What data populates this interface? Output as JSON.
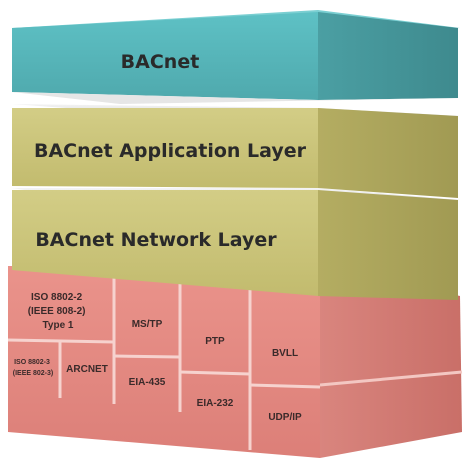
{
  "layers": {
    "top": {
      "label": "BACnet",
      "color": "#5fb8bc"
    },
    "application": {
      "label": "BACnet Application Layer",
      "color": "#c9c27a"
    },
    "network": {
      "label": "BACnet Network Layer",
      "color": "#c9c27a"
    }
  },
  "datalink": {
    "color": "#e28a83",
    "cells": {
      "iso8802_2": [
        "ISO 8802-2",
        "(IEEE 808-2)",
        "Type 1"
      ],
      "mstp": "MS/TP",
      "ptp": "PTP",
      "bvll": "BVLL",
      "iso8802_3": [
        "ISO 8802-3",
        "(IEEE 802-3)"
      ],
      "arcnet": "ARCNET",
      "eia435": "EIA-435",
      "eia232": "EIA-232",
      "udpip": "UDP/IP"
    }
  }
}
